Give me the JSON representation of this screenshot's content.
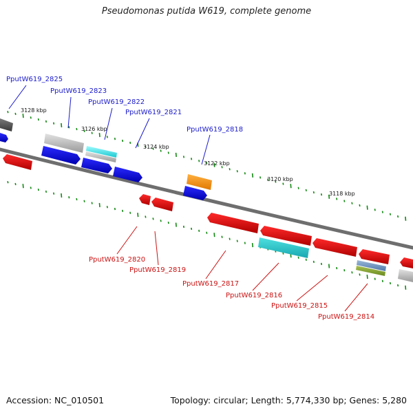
{
  "title": "Pseudomonas putida W619, complete genome",
  "footer": {
    "accession": "Accession: NC_010501",
    "topology": "Topology: circular; Length: 5,774,330 bp; Genes: 5,280"
  },
  "colors": {
    "backbone": "#6e6e6e",
    "tick": "#118811",
    "forward_strand": "#0000ee",
    "reverse_strand": "#ee0000",
    "label_forward": "#1a1acc",
    "label_reverse": "#cc1010"
  },
  "kbp_labels": [
    "3128 kbp",
    "3126 kbp",
    "3124 kbp",
    "3122 kbp",
    "3120 kbp",
    "3118 kbp"
  ],
  "gene_labels": {
    "forward": [
      "PputW619_2825",
      "PputW619_2823",
      "PputW619_2822",
      "PputW619_2821",
      "PputW619_2818"
    ],
    "reverse": [
      "PputW619_2820",
      "PputW619_2819",
      "PputW619_2817",
      "PputW619_2816",
      "PputW619_2815",
      "PputW619_2814"
    ]
  }
}
